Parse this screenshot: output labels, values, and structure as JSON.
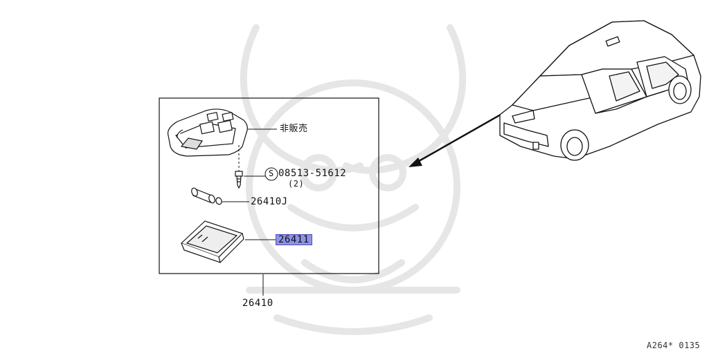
{
  "parts": {
    "not_for_sale": "非販売",
    "screw_symbol": "S",
    "screw_number": "08513-51612",
    "screw_qty": "(2)",
    "bulb": "26410J",
    "lens": "26411",
    "assembly": "26410"
  },
  "ref_code": "A264* 0135",
  "colors": {
    "highlight": "#8f93e6",
    "line": "#111111",
    "watermark": "#e6e6e6"
  }
}
